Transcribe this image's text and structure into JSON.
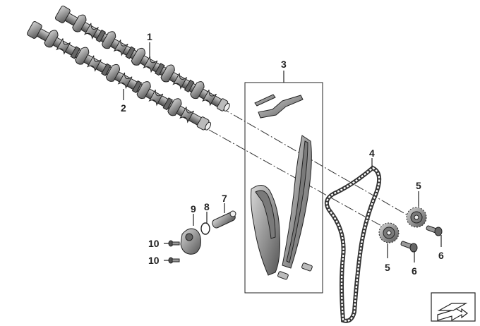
{
  "callouts": {
    "c1": "1",
    "c2": "2",
    "c3": "3",
    "c4": "4",
    "c5a": "5",
    "c5b": "5",
    "c6a": "6",
    "c6b": "6",
    "c7": "7",
    "c8": "8",
    "c9": "9",
    "c10a": "10",
    "c10b": "10"
  },
  "colors": {
    "part_fill": "#9a9a9a",
    "part_dark": "#555555",
    "outline": "#222222",
    "background": "#ffffff"
  },
  "icons": {
    "nav": "arrow-right-icon"
  }
}
